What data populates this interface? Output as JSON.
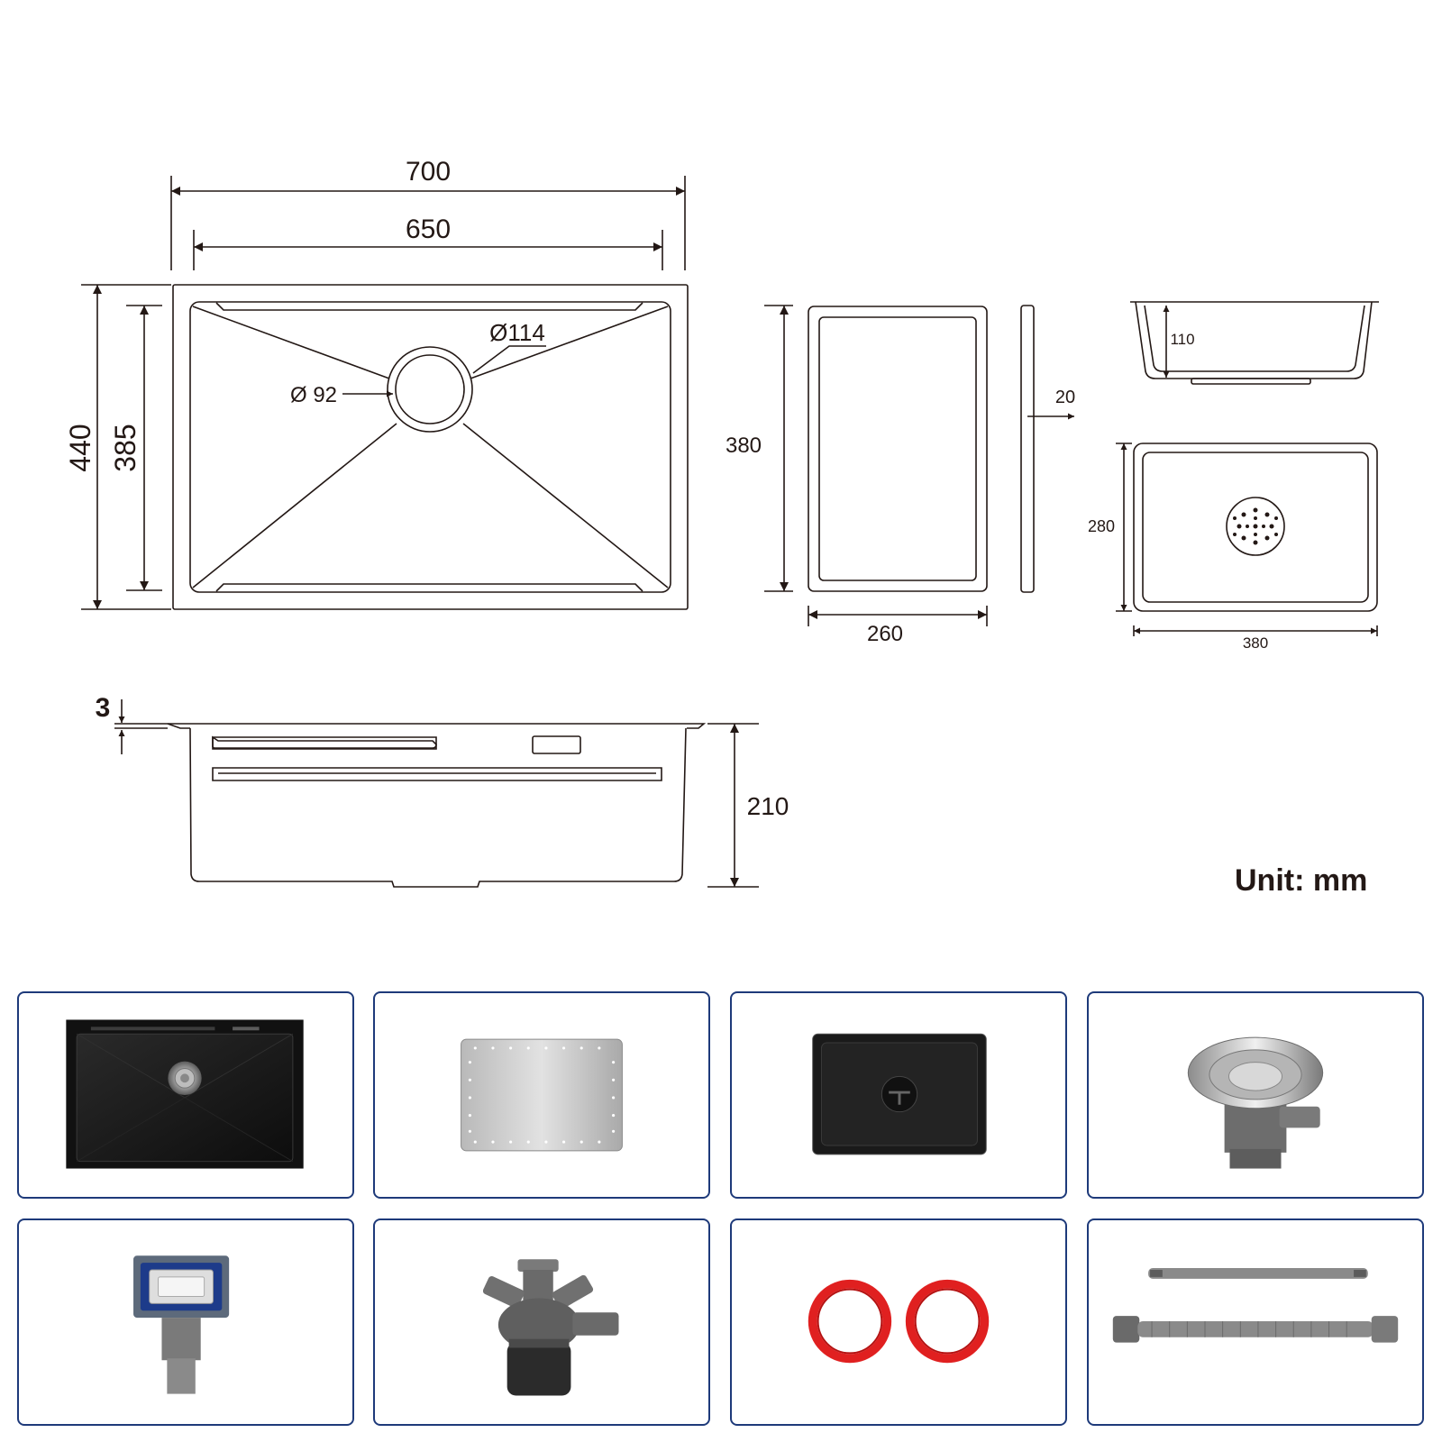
{
  "dimensions": {
    "sink_outer_width": "700",
    "sink_inner_width": "650",
    "sink_outer_depth": "440",
    "sink_inner_depth": "385",
    "drain_outer_diameter": "Ø114",
    "drain_inner_diameter": "Ø 92",
    "board_length": "380",
    "board_width": "260",
    "board_thickness": "20",
    "basket_height": "110",
    "basket_depth": "280",
    "basket_width": "380",
    "flange_thickness": "3",
    "sink_height": "210"
  },
  "unit_label": "Unit: mm",
  "accessories": [
    {
      "icon": "sink-bowl-icon"
    },
    {
      "icon": "cutting-board-icon"
    },
    {
      "icon": "drain-basket-icon"
    },
    {
      "icon": "strainer-drain-icon"
    },
    {
      "icon": "overflow-drain-icon"
    },
    {
      "icon": "p-trap-icon"
    },
    {
      "icon": "rubber-seal-rings-icon"
    },
    {
      "icon": "drain-hoses-icon"
    }
  ],
  "colors": {
    "line": "#231815",
    "card_border": "#1e3a7a",
    "seal_red": "#e02020",
    "sink_black": "#1c1c1c"
  }
}
